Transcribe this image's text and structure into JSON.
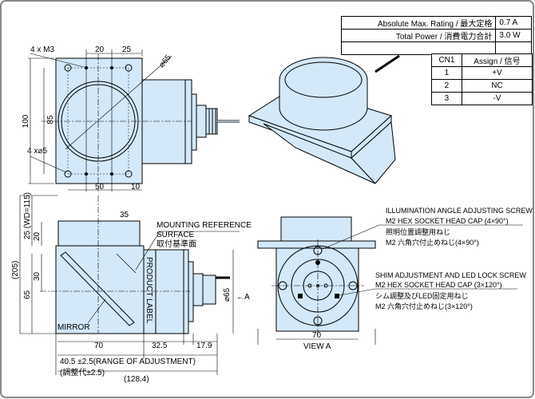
{
  "rating_table": {
    "rows": [
      {
        "label": "Absolute Max. Rating / 最大定格",
        "value": "0.7 A"
      },
      {
        "label": "Total Power / 消費電力合計",
        "value": "3.0 W"
      },
      {
        "label": "",
        "value": ""
      }
    ]
  },
  "pin_table": {
    "headers": [
      "CN1",
      "Assign / 信号"
    ],
    "rows": [
      [
        "1",
        "+V"
      ],
      [
        "2",
        "NC"
      ],
      [
        "3",
        "-V"
      ]
    ]
  },
  "top_view": {
    "holes_m3": "4 x M3",
    "holes_d5": "4 x⌀5",
    "dim_20": "20",
    "dim_25": "25",
    "dim_diameter": "⌀65",
    "dim_100": "100",
    "dim_85": "85",
    "dim_50": "50",
    "dim_10": "10"
  },
  "side_view": {
    "wd": "25 (WD=115)",
    "dim_20": "20",
    "dim_205": "(205)",
    "dim_30": "30",
    "dim_65": "65",
    "dim_35": "35",
    "mounting_en_1": "MOUNTING REFERENCE",
    "mounting_en_2": "SURFACE",
    "mounting_jp": "取付基準面",
    "product_label": "PRODUCT LABEL",
    "mirror": "MIRROR",
    "dim_diameter": "⌀65",
    "view_arrow": "←A",
    "dim_70": "70",
    "dim_32_5": "32.5",
    "dim_17_9": "17.9",
    "adjust_en": "40.5 ±2.5(RANGE OF ADJUSTMENT)",
    "adjust_jp": "(調整代±2.5)",
    "dim_total": "(128.4)"
  },
  "view_a": {
    "title": "VIEW A",
    "dim_70": "70",
    "note1": [
      "ILLUMINATION ANGLE ADJUSTING SCREW",
      "M2 HEX SOCKET HEAD CAP (4×90°)",
      "照明位置調整用ねじ",
      "M2 六角穴付止めねじ(4×90°)"
    ],
    "note2": [
      "SHIM ADJUSTMENT AND LED LOCK SCREW",
      "M2 HEX SOCKET HEAD CAP (3×120°)",
      "シム調整及びLED固定用ねじ",
      "M2 六角穴付止めねじ(3×120°)"
    ]
  },
  "colors": {
    "body_fill": "#d3e8f8",
    "frame": "#888888"
  }
}
